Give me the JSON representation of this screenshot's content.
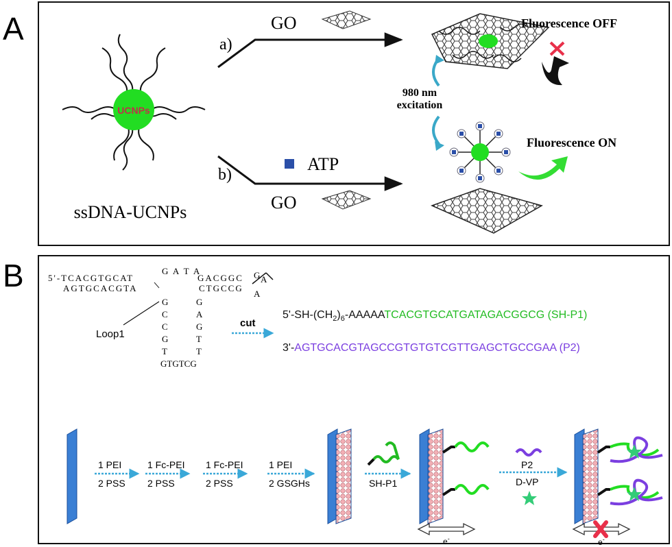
{
  "panel_a": {
    "label": "A",
    "particle_label": "UCNPs",
    "caption": "ssDNA-UCNPs",
    "route_a": "a)",
    "route_b": "b)",
    "go_top": "GO",
    "go_bottom": "GO",
    "atp": "ATP",
    "excitation_line1": "980 nm",
    "excitation_line2": "excitation",
    "fluor_off": "Fluorescence OFF",
    "fluor_on": "Fluorescence ON",
    "colors": {
      "particle": "#22dd22",
      "atp": "#2b4fa8",
      "arrow_teal": "#3aa8c8",
      "cross": "#e8304a",
      "green_arrow": "#33dd33"
    }
  },
  "panel_b": {
    "label": "B",
    "hairpin": {
      "top_left": "5'-TCACGTGCAT",
      "bottom_left": "AGTGCACGTA",
      "loop_top": "G A T A",
      "top_right": "GACGGC",
      "top_right_end": "G",
      "end_a1": "A",
      "bottom_right": "CTGCCG",
      "bottom_right_end": "A",
      "left_stem": [
        "G",
        "C",
        "C",
        "G",
        "T"
      ],
      "right_stem": [
        "G",
        "A",
        "G",
        "T",
        "T"
      ],
      "loop_bottom": "GTGTCG"
    },
    "loop_label": "Loop1",
    "cut_label": "cut",
    "seq1_prefix": "5'-SH-(CH",
    "seq1_sub": "2",
    "seq1_mid": ")",
    "seq1_sub2": "6",
    "seq1_after": "-AAAAA",
    "seq1_green": "TCACGTGCATGATAGACGGCG  (SH-P1)",
    "seq2_prefix": "3'-",
    "seq2_purple": "AGTGCACGTAGCCGTGTGTCGTTGAGCTGCCGAA  (P2)",
    "steps": [
      {
        "line1": "1 PEI",
        "line2": "2 PSS"
      },
      {
        "line1": "1 Fc-PEI",
        "line2": "2 PSS"
      },
      {
        "line1": "1 Fc-PEI",
        "line2": "2 PSS"
      },
      {
        "line1": "1 PEI",
        "line2": "2 GSGHs"
      }
    ],
    "sh_p1": "SH-P1",
    "p2": "P2",
    "dvp": "D-VP",
    "electron": "e",
    "electron_sup": "-",
    "colors": {
      "green": "#22bb22",
      "purple": "#7b3fe0",
      "electrode": "#3a7fd4",
      "dots": "#f0a0a8"
    }
  }
}
